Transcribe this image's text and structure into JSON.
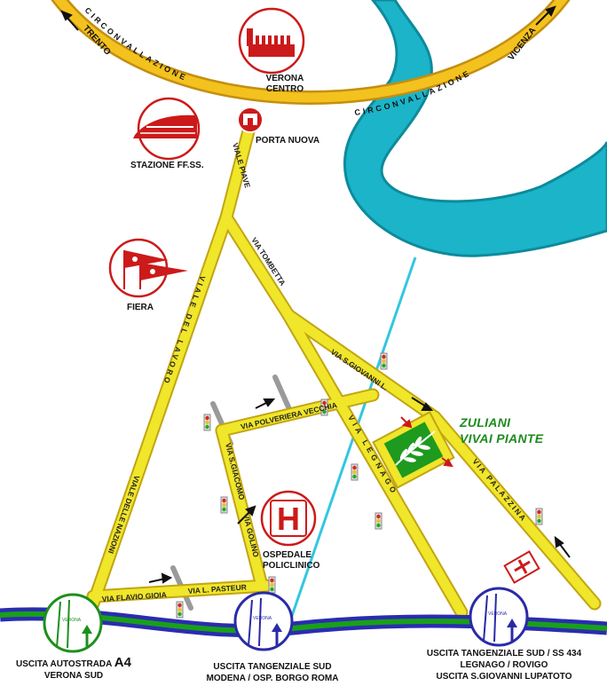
{
  "ring_road": {
    "label": "CIRCONVALLAZIONE",
    "direction_left": "TRENTO",
    "direction_right": "VICENZA"
  },
  "landmarks": {
    "verona_centro": "VERONA CENTRO",
    "porta_nuova": "PORTA NUOVA",
    "stazione": "STAZIONE FF.SS.",
    "fiera": "FIERA",
    "ospedale": "OSPEDALE POLICLINICO",
    "hospital_symbol": "H"
  },
  "streets": {
    "viale_piave": "VIALE PIAVE",
    "via_tombetta": "VIA TOMBETTA",
    "viale_del_lavoro": "VIALE DEL LAVORO",
    "via_s_giovanni": "VIA S.GIOVANNI L.",
    "via_polveriera": "VIA POLVERIERA VECCHIA",
    "via_legnago": "VIA LEGNAGO",
    "via_palazzina": "VIA PALAZZINA",
    "viale_delle_nazioni": "VIALE DELLE NAZIONI",
    "via_s_giacomo": "VIA S.GIACOMO",
    "via_golino": "VIA GOLINO",
    "via_flavio_gioia": "VIA FLAVIO GIOIA",
    "via_pasteur": "VIA L. PASTEUR"
  },
  "business": {
    "name_line1": "ZULIANI",
    "name_line2": "VIVAI PIANTE"
  },
  "exits": {
    "sign_text": "VERONA",
    "autostrada_line1": "USCITA AUTOSTRADA",
    "autostrada_a4": "A4",
    "autostrada_line2": "VERONA SUD",
    "tangenziale1_line1": "USCITA TANGENZIALE SUD",
    "tangenziale1_line2": "MODENA /  OSP. BORGO ROMA",
    "tangenziale2_line1": "USCITA TANGENZIALE SUD / SS 434",
    "tangenziale2_line2": "LEGNAGO / ROVIGO",
    "tangenziale2_line3": "USCITA S.GIOVANNI LUPATOTO"
  },
  "colors": {
    "road_fill": "#f0e62a",
    "road_edge": "#c2a512",
    "ring_fill": "#f4c21e",
    "river": "#1bb4c8",
    "railway": "#34c6e0",
    "motorway_blue": "#2a2cb0",
    "motorway_green": "#19a019",
    "landmark_red": "#cc1a1a",
    "brand_green": "#1e8b1e",
    "exit_green": "#1d8f1d",
    "exit_blue": "#2a2aa8"
  },
  "icons": [
    "arrow-nw-icon",
    "arrow-ne-icon",
    "gate-icon",
    "city-icon",
    "train-icon",
    "fiera-flags-icon",
    "hospital-icon",
    "leaf-icon",
    "traffic-light-icon",
    "direction-arrow-icon",
    "cross-sign-icon",
    "exit-sign-icon"
  ]
}
